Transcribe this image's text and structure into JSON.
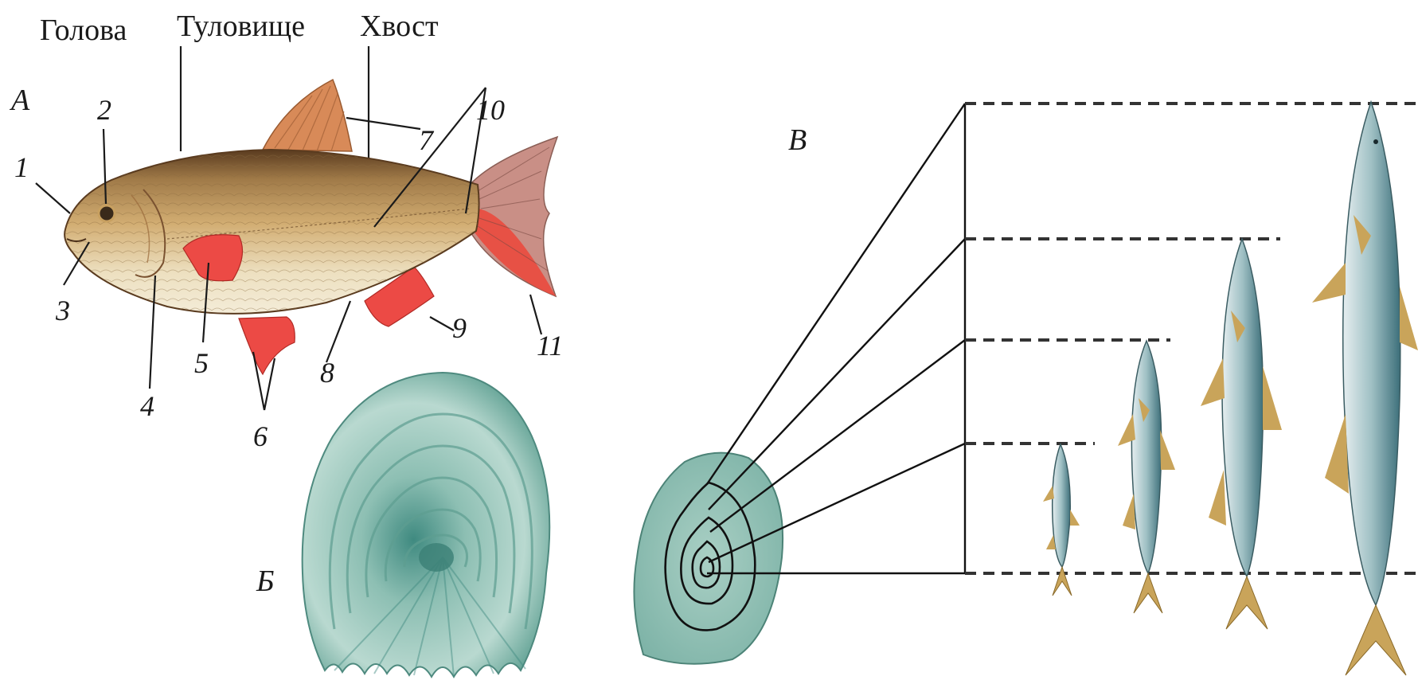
{
  "region_labels": {
    "head": "Голова",
    "trunk": "Туловище",
    "tail": "Хвост"
  },
  "panel_letters": {
    "a": "А",
    "b": "Б",
    "v": "В"
  },
  "callouts": [
    "1",
    "2",
    "3",
    "4",
    "5",
    "6",
    "7",
    "8",
    "9",
    "10",
    "11"
  ],
  "colors": {
    "fish_body": "#c9a36b",
    "fish_back": "#6b4a2a",
    "fish_belly": "#efe3c6",
    "fin_red": "#e8463f",
    "dorsal_fin": "#d8895a",
    "scale_fill": "#9ec7bd",
    "scale_ring": "#5e9e91",
    "juvenile_body": "#8fb3b7",
    "juvenile_fin": "#c9a45a",
    "line": "#1a1a1a"
  }
}
